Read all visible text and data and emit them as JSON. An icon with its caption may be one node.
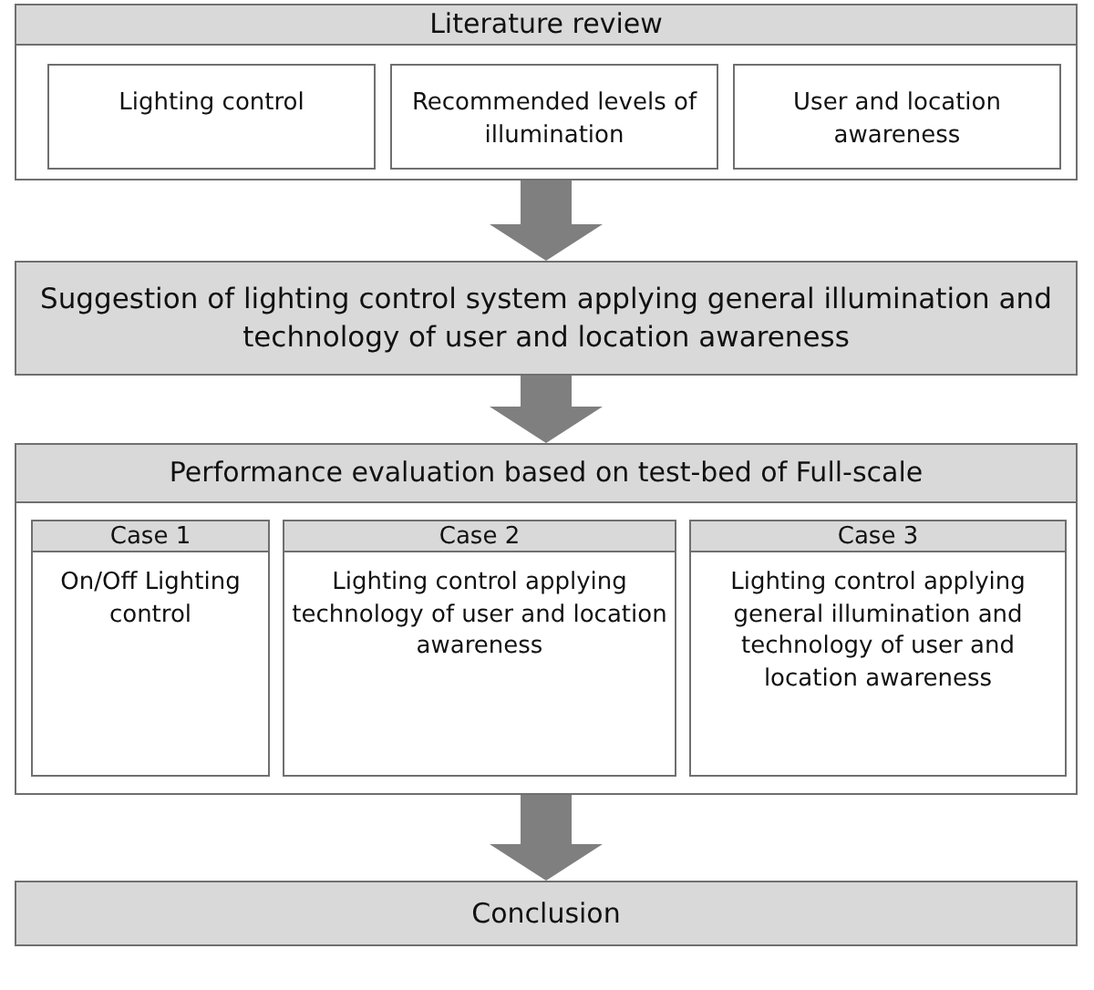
{
  "diagram": {
    "nodes": [
      {
        "text": [],
        "shape": "box"
      },
      {
        "text": [
          "Literature review"
        ],
        "in": 0
      },
      {
        "text": [
          "Lighting control"
        ],
        "in": 0
      },
      {
        "text": [
          "Recommended levels of illumination"
        ],
        "in": 0
      },
      {
        "text": [
          "User and location awareness"
        ],
        "in": 0
      },
      {
        "text": [
          "Suggestion of lighting control system applying general illumination and technology of user and location awareness"
        ]
      },
      {
        "text": [],
        "shape": "box"
      },
      {
        "text": [
          "Performance evaluation based on test-bed of Full-scale"
        ],
        "in": 6
      },
      {
        "text": [
          "Case 1",
          "On/Off Lighting control"
        ],
        "in": 6
      },
      {
        "text": [
          "Case 2",
          "Lighting control applying technology of user and location awareness"
        ],
        "in": 6
      },
      {
        "text": [
          "Case 3",
          "Lighting control applying general illumination and technology of user and location awareness"
        ],
        "in": 6
      },
      {
        "text": [
          "Conclusion"
        ]
      }
    ],
    "edges": [
      {
        "from": 0,
        "to": 5,
        "arrow": "to"
      },
      {
        "from": 5,
        "to": 6,
        "arrow": "to"
      },
      {
        "from": 6,
        "to": 11,
        "arrow": "to"
      }
    ]
  }
}
